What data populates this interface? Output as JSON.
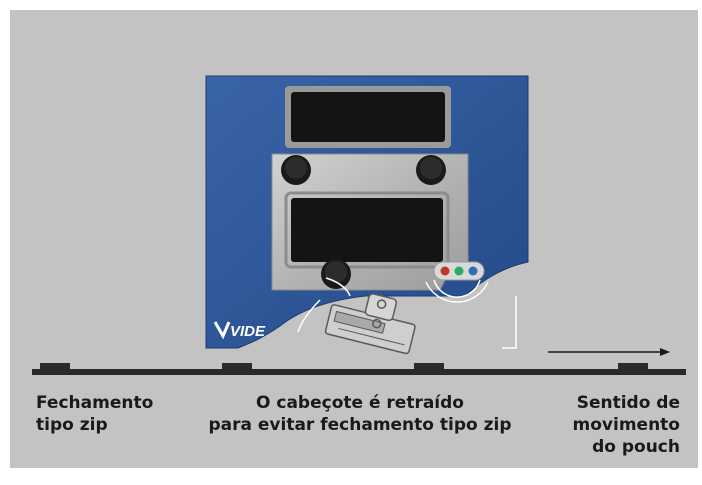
{
  "captions": {
    "left": [
      "Fechamento",
      "tipo zip"
    ],
    "middle": [
      "O cabeçote é retraído",
      "para evitar fechamento tipo zip"
    ],
    "right": [
      "Sentido de",
      "movimento",
      "do pouch"
    ]
  },
  "logo_text": "VIDEOJET",
  "colors": {
    "background": "#c3c3c3",
    "printer_blue": "#2e5597",
    "plate": "#b4b4b4",
    "belt": "#2a2a2a",
    "text": "#1a1a1a"
  },
  "leds": [
    "#c0392b",
    "#27ae60",
    "#2e6fb5"
  ]
}
